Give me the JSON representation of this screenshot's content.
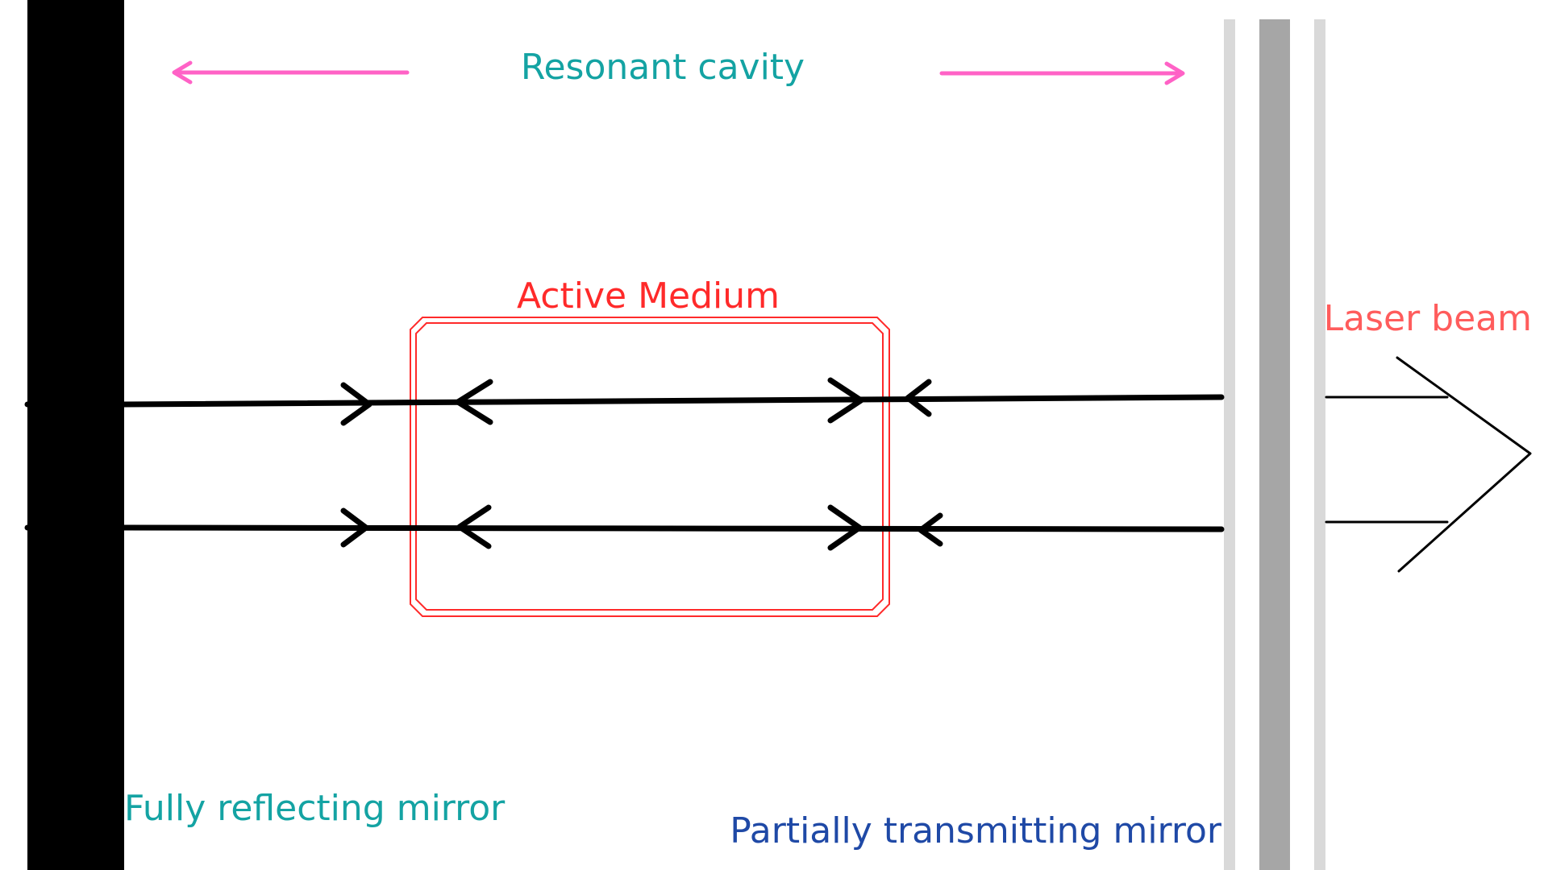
{
  "labels": {
    "resonant_cavity": "Resonant cavity",
    "active_medium": "Active Medium",
    "laser_beam": "Laser beam",
    "fully_reflecting_mirror": "Fully reflecting mirror",
    "partially_transmitting_mirror": "Partially transmitting mirror"
  },
  "colors": {
    "background": "#ffffff",
    "resonant_cavity_text": "#14a3a3",
    "fully_reflecting_text": "#14a3a3",
    "partially_transmitting_text": "#1f49a6",
    "active_medium": "#ff2a2a",
    "laser_beam_text": "#ff5c5c",
    "cavity_arrows": "#ff62c6",
    "ray": "#000000",
    "mirror_full": "#000000",
    "mirror_partial_outer": "#d9d9d9",
    "mirror_partial_inner": "#a6a6a6"
  }
}
